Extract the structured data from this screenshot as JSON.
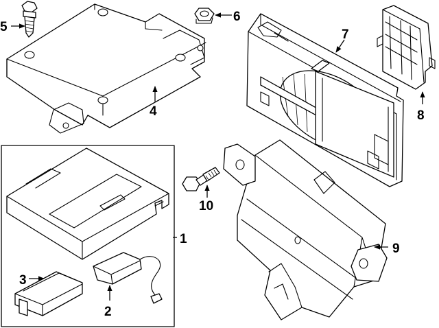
{
  "callouts": {
    "c1": "1",
    "c2": "2",
    "c3": "3",
    "c4": "4",
    "c5": "5",
    "c6": "6",
    "c7": "7",
    "c8": "8",
    "c9": "9",
    "c10": "10"
  },
  "colors": {
    "line": "#000000",
    "background": "#ffffff"
  },
  "icons": {
    "arrowhead": "arrowhead-icon"
  }
}
